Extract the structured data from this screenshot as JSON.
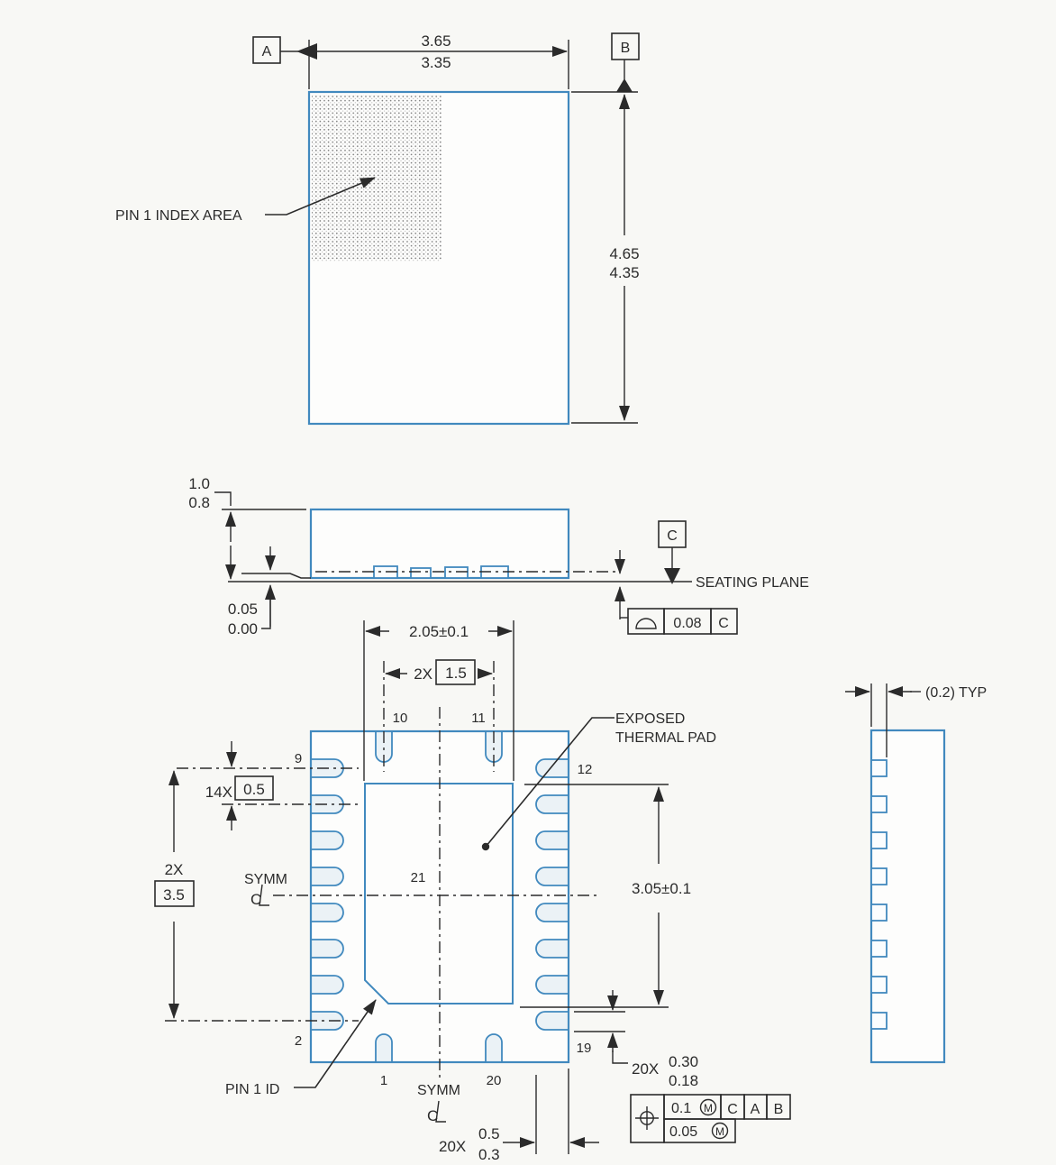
{
  "colors": {
    "blue": "#4189be",
    "ink": "#2b2b2b",
    "bg": "#f8f8f5"
  },
  "top_view": {
    "datum_a": "A",
    "datum_b": "B",
    "width_max": "3.65",
    "width_min": "3.35",
    "height_max": "4.65",
    "height_min": "4.35",
    "pin1_index_label": "PIN 1 INDEX AREA"
  },
  "side_view": {
    "height_max": "1.0",
    "height_min": "0.8",
    "standoff_max": "0.05",
    "standoff_min": "0.00",
    "datum_c": "C",
    "seating_plane_label": "SEATING PLANE",
    "flatness_tol": "0.08",
    "flatness_datum": "C"
  },
  "bottom_view": {
    "pad_width_dim": "2.05±0.1",
    "top_pin_spacing_qty": "2X",
    "top_pin_spacing": "1.5",
    "pitch_qty": "14X",
    "pitch": "0.5",
    "span_qty": "2X",
    "span": "3.5",
    "pad_height_dim": "3.05±0.1",
    "symm_label_left": "SYMM",
    "symm_label_bottom": "SYMM",
    "centerline_glyph": "C",
    "exposed_pad_line1": "EXPOSED",
    "exposed_pad_line2": "THERMAL PAD",
    "pin1_id_label": "PIN 1 ID",
    "pins": {
      "p1": "1",
      "p2": "2",
      "p9": "9",
      "p10": "10",
      "p11": "11",
      "p12": "12",
      "p19": "19",
      "p20": "20",
      "p21": "21"
    },
    "lead_width_qty": "20X",
    "lead_width_max": "0.30",
    "lead_width_min": "0.18",
    "lead_len_qty": "20X",
    "lead_len_max": "0.5",
    "lead_len_min": "0.3",
    "position_fcf": {
      "tol1": "0.1",
      "mod1": "M",
      "datum1": "C",
      "datum2": "A",
      "datum3": "B",
      "tol2": "0.05",
      "mod2": "M"
    }
  },
  "detail_view": {
    "bump_dim": "(0.2) TYP"
  }
}
